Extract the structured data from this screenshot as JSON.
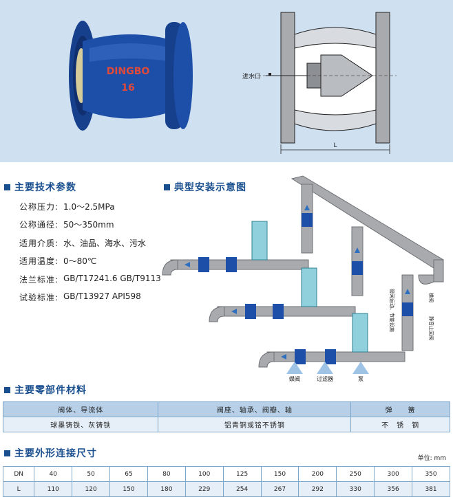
{
  "valve_photo": {
    "brand": "DINGBO",
    "marking": "16"
  },
  "drawing": {
    "inlet_label": "进水口",
    "length_label": "L"
  },
  "specs": {
    "title": "主要技术参数",
    "rows": [
      {
        "label": "公称压力:",
        "value": "1.0～2.5MPa"
      },
      {
        "label": "公称通径:",
        "value": "50～350mm"
      },
      {
        "label": "适用介质:",
        "value": "水、油品、海水、污水"
      },
      {
        "label": "适用温度:",
        "value": "0～80℃"
      },
      {
        "label": "法兰标准:",
        "value": "GB/T17241.6  GB/T9113"
      },
      {
        "label": "试验标准:",
        "value": "GB/T13927  API598"
      }
    ]
  },
  "install": {
    "title": "典型安装示意图",
    "labels": {
      "gate_valve": "蝶阀",
      "filter": "过滤器",
      "pump": "泵",
      "check_valve": "静音止回阀",
      "butterfly": "蝶阀",
      "side_note": "管网运动、节能设施"
    }
  },
  "materials": {
    "title": "主要零部件材料",
    "headers": [
      "阀体、导流体",
      "阀座、轴承、阀瓣、轴",
      "弹　　簧"
    ],
    "values": [
      "球墨铸铁、灰铸铁",
      "铝青铜或铭不锈钢",
      "不　锈　钢"
    ]
  },
  "dimensions": {
    "title": "主要外形连接尺寸",
    "unit": "单位: mm",
    "dn_label": "DN",
    "l_label": "L",
    "dn": [
      "40",
      "50",
      "65",
      "80",
      "100",
      "125",
      "150",
      "200",
      "250",
      "300",
      "350"
    ],
    "l": [
      "110",
      "120",
      "150",
      "180",
      "229",
      "254",
      "267",
      "292",
      "330",
      "356",
      "381"
    ]
  },
  "colors": {
    "panel_bg": "#cfe0f0",
    "valve_blue": "#1d4fa8",
    "title_blue": "#1a4f8f",
    "pipe_gray": "#a8aaae"
  }
}
